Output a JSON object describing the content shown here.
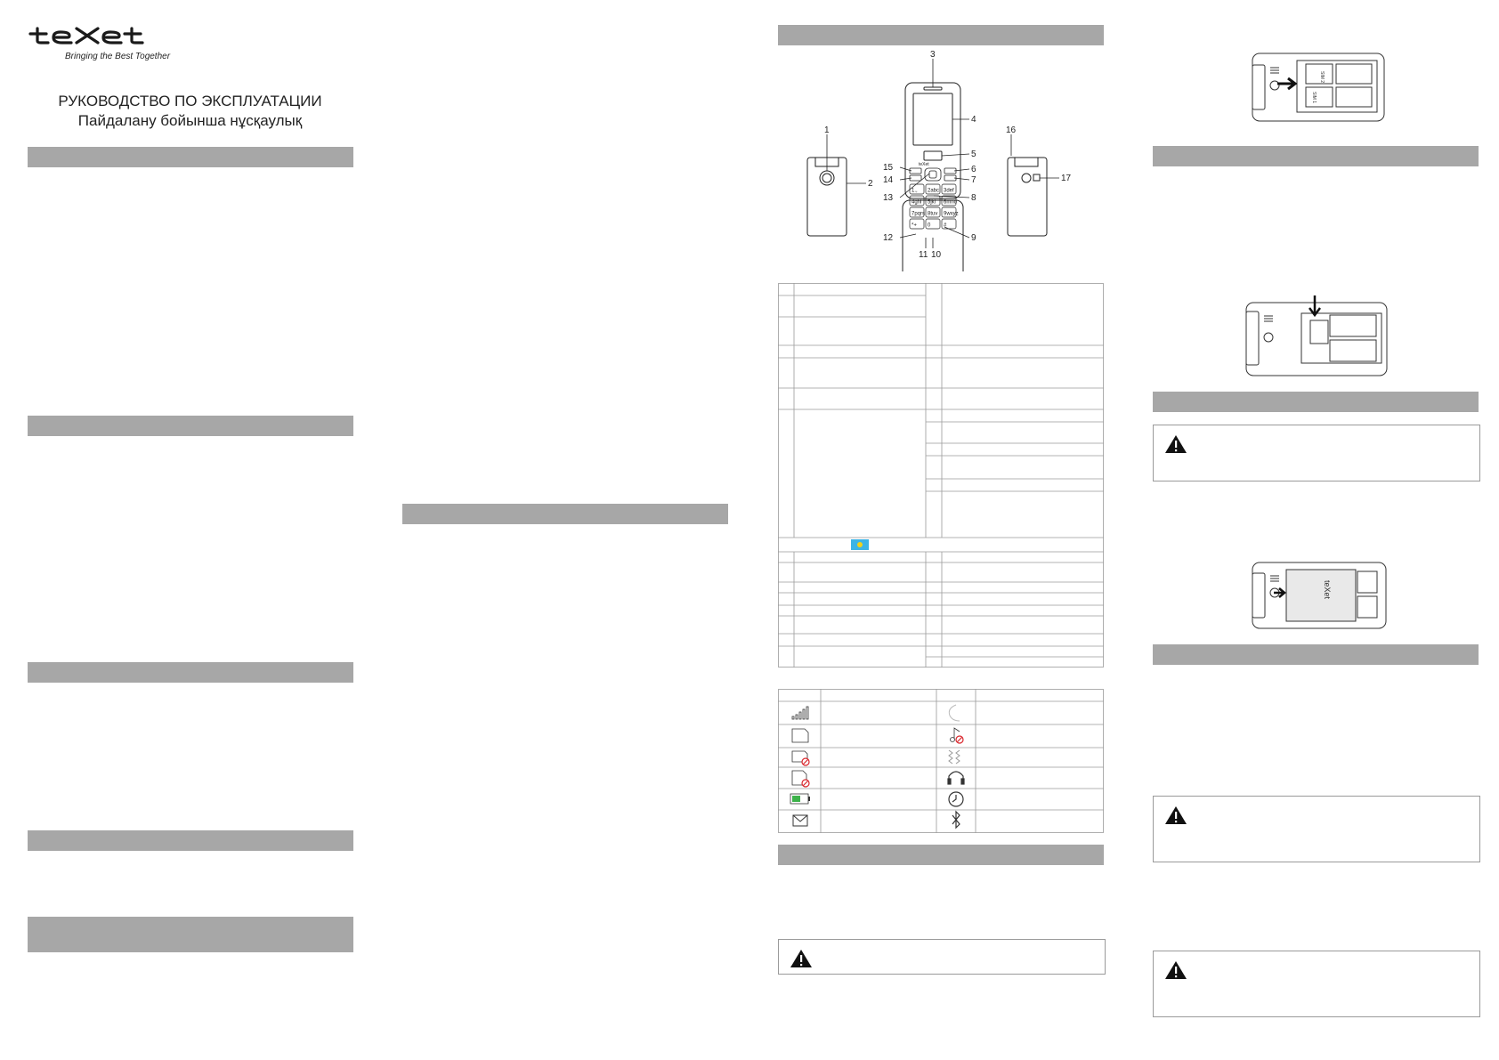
{
  "brand": {
    "logo_text": "teXet",
    "tagline": "Bringing the Best Together"
  },
  "cover": {
    "title_ru": "РУКОВОДСТВО ПО ЭКСПЛУАТАЦИИ",
    "title_kz": "Пайдалану бойынша нұсқаулық"
  },
  "phone_diagram": {
    "callouts": [
      "1",
      "2",
      "3",
      "4",
      "5",
      "6",
      "7",
      "8",
      "9",
      "10",
      "11",
      "12",
      "13",
      "14",
      "15",
      "16",
      "17"
    ],
    "keypad": [
      "1.,",
      "2abc",
      "3def",
      "4ghi",
      "5jkl",
      "6mno",
      "7pqrs",
      "8tuv",
      "9wxyz",
      "*+",
      "0",
      "#"
    ],
    "screen_brand": "teXet"
  },
  "illustrations": {
    "sim_labels": [
      "SIM 2",
      "SIM 1"
    ],
    "battery_brand": "teXet"
  },
  "colors": {
    "section_bar": "#a7a7a7",
    "line": "#9a9a9a",
    "battery_green": "#3db24a",
    "flag_blue": "#3cb4e6",
    "flag_gold": "#f3d21a",
    "no_red": "#d9262c"
  },
  "legend_icons": {
    "left": [
      "signal-icon",
      "sim-icon",
      "no-sim-icon",
      "sim-blocked-icon",
      "battery-icon",
      "message-icon"
    ],
    "right": [
      "call-forward-icon",
      "silent-icon",
      "vibration-icon",
      "headset-icon",
      "alarm-icon",
      "bluetooth-icon"
    ]
  }
}
